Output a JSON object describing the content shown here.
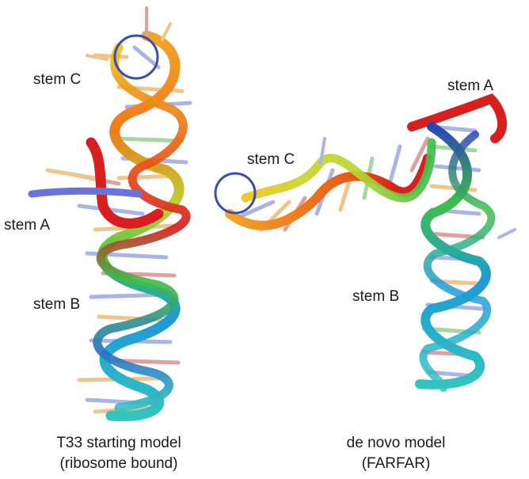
{
  "left_model": {
    "labels": {
      "stem_c": "stem C",
      "stem_a": "stem A",
      "stem_b": "stem B"
    },
    "caption": {
      "line1": "T33 starting model",
      "line2": "(ribosome bound)"
    }
  },
  "right_model": {
    "labels": {
      "stem_a": "stem A",
      "stem_c": "stem C",
      "stem_b": "stem B"
    },
    "caption": {
      "line1": "de novo model",
      "line2": "(FARFAR)"
    }
  },
  "colors": {
    "highlight_circle": "#3a4fa8",
    "ribbon_gradient": [
      "#d81e1e",
      "#f07a1a",
      "#f2c21a",
      "#b8d634",
      "#3fbf4a",
      "#1e9ad6",
      "#2a45b5",
      "#35c3c0"
    ],
    "base_colors": [
      "#a9b4e8",
      "#efc58a",
      "#e0a0a0",
      "#a9d6a0"
    ]
  }
}
